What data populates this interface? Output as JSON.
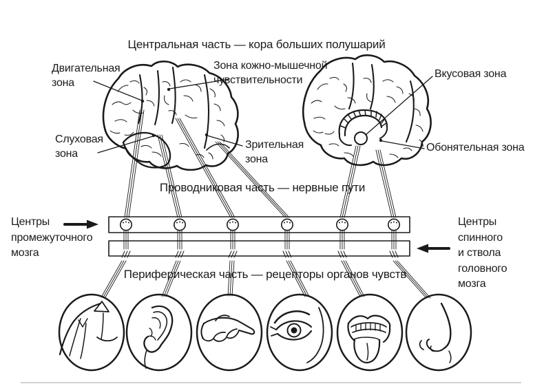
{
  "captions": {
    "central": "Центральная часть — кора больших полушарий",
    "conductive": "Проводниковая часть — нервные пути",
    "peripheral": "Периферическая часть — рецепторы органов чувств"
  },
  "zone_labels": {
    "motor": {
      "lines": [
        "Двигательная",
        "зона"
      ]
    },
    "skin_muscle": {
      "lines": [
        "Зона кожно-мышечной",
        "чувствительности"
      ]
    },
    "auditory": {
      "lines": [
        "Слуховая",
        "зона"
      ]
    },
    "visual": {
      "lines": [
        "Зрительная",
        "зона"
      ]
    },
    "taste": {
      "lines": [
        "Вкусовая зона"
      ]
    },
    "olfactory": {
      "lines": [
        "Обонятельная зона"
      ]
    }
  },
  "center_labels": {
    "diencephalon": {
      "lines": [
        "Центры",
        "промежуточного",
        "мозга"
      ]
    },
    "spinal_brainstem": {
      "lines": [
        "Центры",
        "спинного",
        "и ствола",
        "головного",
        "мозга"
      ]
    }
  },
  "receptor_icons": [
    "shoulder-skin-muscle-icon",
    "ear-icon",
    "pointing-hand-icon",
    "eye-icon",
    "mouth-tongue-icon",
    "nose-icon"
  ],
  "colors": {
    "ink": "#1a1a1a",
    "background": "#ffffff"
  }
}
